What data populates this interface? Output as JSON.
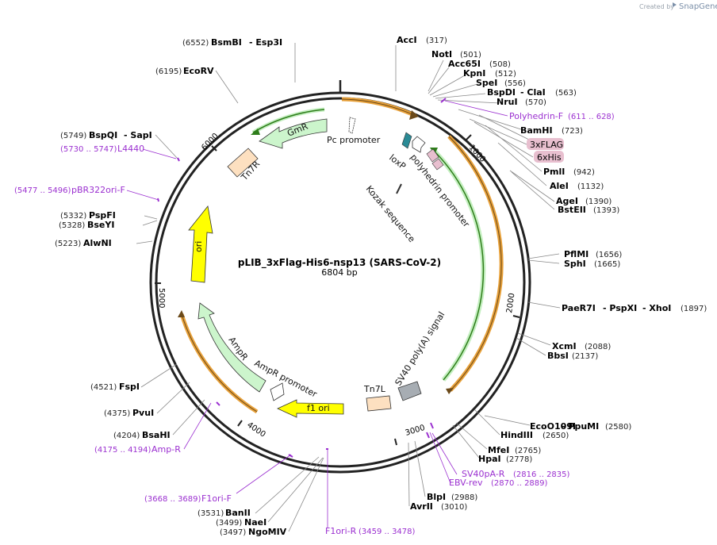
{
  "credit": {
    "text": "Created by",
    "brand": "SnapGene"
  },
  "plasmid": {
    "name": "pLIB_3xFlag-His6-nsp13 (SARS-CoV-2)",
    "length_label": "6804 bp",
    "length": 6804
  },
  "ticks": [
    {
      "label": "1000",
      "pos": 1000
    },
    {
      "label": "2000",
      "pos": 2000
    },
    {
      "label": "3000",
      "pos": 3000
    },
    {
      "label": "4000",
      "pos": 4000
    },
    {
      "label": "5000",
      "pos": 5000
    },
    {
      "label": "6000",
      "pos": 6000
    }
  ],
  "sites_right": [
    {
      "name": "AccI",
      "pos": "(317)"
    },
    {
      "name": "NotI",
      "pos": "(501)"
    },
    {
      "name": "Acc65I",
      "pos": "(508)"
    },
    {
      "name": "KpnI",
      "pos": "(512)"
    },
    {
      "name": "SpeI",
      "pos": "(556)"
    },
    {
      "name": "BspDI",
      "name2": "- ClaI",
      "pos": "(563)"
    },
    {
      "name": "NruI",
      "pos": "(570)"
    },
    {
      "name": "BamHI",
      "pos": "(723)"
    },
    {
      "name": "PmlI",
      "pos": "(942)"
    },
    {
      "name": "AleI",
      "pos": "(1132)"
    },
    {
      "name": "AgeI",
      "pos": "(1390)"
    },
    {
      "name": "BstEII",
      "pos": "(1393)"
    },
    {
      "name": "PflMI",
      "pos": "(1656)"
    },
    {
      "name": "SphI",
      "pos": "(1665)"
    },
    {
      "name": "PaeR7I",
      "name2": "- PspXI",
      "name3": "- XhoI",
      "pos": "(1897)"
    },
    {
      "name": "XcmI",
      "pos": "(2088)"
    },
    {
      "name": "BbsI",
      "pos": "(2137)"
    },
    {
      "name": "EcoO109I",
      "name2": "- PpuMI",
      "pos": "(2580)"
    },
    {
      "name": "HindIII",
      "pos": "(2650)"
    },
    {
      "name": "MfeI",
      "pos": "(2765)"
    },
    {
      "name": "HpaI",
      "pos": "(2778)"
    },
    {
      "name": "BlpI",
      "pos": "(2988)"
    },
    {
      "name": "AvrII",
      "pos": "(3010)"
    }
  ],
  "sites_left": [
    {
      "name": "BsmBI",
      "name2": "- Esp3I",
      "pos": "(6552)"
    },
    {
      "name": "EcoRV",
      "pos": "(6195)"
    },
    {
      "name": "BspQI",
      "name2": "- SapI",
      "pos": "(5749)"
    },
    {
      "name": "PspFI",
      "pos": "(5332)"
    },
    {
      "name": "BseYI",
      "pos": "(5328)"
    },
    {
      "name": "AlwNI",
      "pos": "(5223)"
    },
    {
      "name": "FspI",
      "pos": "(4521)"
    },
    {
      "name": "PvuI",
      "pos": "(4375)"
    },
    {
      "name": "BsaHI",
      "pos": "(4204)"
    },
    {
      "name": "BanII",
      "pos": "(3531)"
    },
    {
      "name": "NaeI",
      "pos": "(3499)"
    },
    {
      "name": "NgoMIV",
      "pos": "(3497)"
    }
  ],
  "primers": [
    {
      "name": "Polyhedrin-F",
      "range": "(611 .. 628)"
    },
    {
      "name": "SV40pA-R",
      "range": "(2816 .. 2835)"
    },
    {
      "name": "EBV-rev",
      "range": "(2870 .. 2889)"
    },
    {
      "name": "F1ori-R",
      "range": "(3459 .. 3478)"
    },
    {
      "name": "F1ori-F",
      "range": "(3668 .. 3689)"
    },
    {
      "name": "Amp-R",
      "range": "(4175 .. 4194)"
    },
    {
      "name": "pBR322ori-F",
      "range": "(5477 .. 5496)"
    },
    {
      "name": "L4440",
      "range": "(5730 .. 5747)"
    }
  ],
  "tags": [
    {
      "name": "3xFLAG"
    },
    {
      "name": "6xHis"
    }
  ],
  "features": {
    "gmr": "GmR",
    "pc_promoter": "Pc promoter",
    "tn7r": "Tn7R",
    "loxp": "loxP",
    "polyhedrin_promoter": "polyhedrin promoter",
    "kozak": "Kozak sequence",
    "ori": "ori",
    "ampr": "AmpR",
    "ampr_promoter": "AmpR promoter",
    "f1_ori": "f1 ori",
    "tn7l": "Tn7L",
    "sv40": "SV40 poly(A) signal"
  },
  "colors": {
    "backbone": "#222222",
    "orange_arc": "#e8a13a",
    "green_arc": "#3a9a1e",
    "feature_green": "#ccf5cc",
    "feature_yellow": "#ffff00",
    "feature_tan": "#fde0c0",
    "tag_pink": "#e8bfcf",
    "primer_purple": "#9b30d0",
    "sv40_gray": "#a7adb3"
  }
}
